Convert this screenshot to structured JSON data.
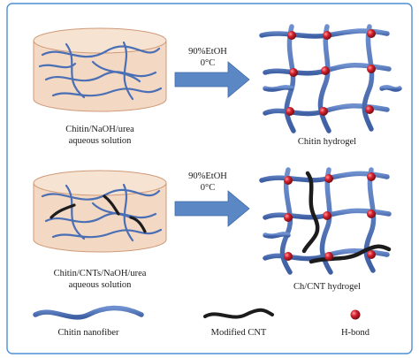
{
  "colors": {
    "solution_fill": "#f3d8c3",
    "solution_edge": "#cf9a78",
    "chitin_fiber": "#4a6fb5",
    "cnt_fiber": "#1c1c1c",
    "arrow": "#5b87c5",
    "hbond": "#c81e2a",
    "frame": "#4f8fd4"
  },
  "row1": {
    "solution_label_line1": "Chitin/NaOH/urea",
    "solution_label_line2": "aqueous solution",
    "condition_line1": "90%EtOH",
    "condition_line2": "0°C",
    "product_label": "Chitin hydrogel"
  },
  "row2": {
    "solution_label_line1": "Chitin/CNTs/NaOH/urea",
    "solution_label_line2": "aqueous solution",
    "condition_line1": "90%EtOH",
    "condition_line2": "0°C",
    "product_label": "Ch/CNT hydrogel"
  },
  "legend": {
    "items": [
      {
        "label": "Chitin nanofiber",
        "icon": "chitin-fiber-icon"
      },
      {
        "label": "Modified CNT",
        "icon": "cnt-icon"
      },
      {
        "label": "H-bond",
        "icon": "h-bond-icon"
      }
    ]
  }
}
